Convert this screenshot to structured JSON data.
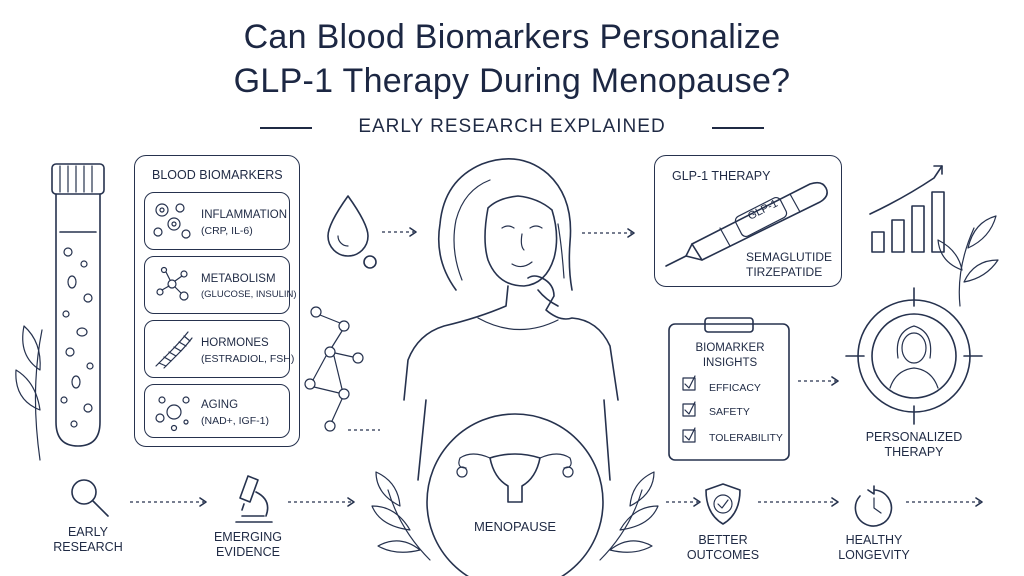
{
  "title": {
    "line1": "Can Blood Biomarkers Personalize",
    "line2": "GLP-1 Therapy During Menopause?",
    "subtitle": "EARLY RESEARCH EXPLAINED"
  },
  "biomarkers": {
    "heading": "BLOOD BIOMARKERS",
    "items": [
      {
        "label": "INFLAMMATION",
        "detail": "(CRP, IL-6)",
        "icon": "cells-icon"
      },
      {
        "label": "METABOLISM",
        "detail": "(GLUCOSE, INSULIN)",
        "icon": "molecule-icon"
      },
      {
        "label": "HORMONES",
        "detail": "(ESTRADIOL, FSH)",
        "icon": "dna-icon"
      },
      {
        "label": "AGING",
        "detail": "(NAD+, IGF-1)",
        "icon": "bubbles-icon"
      }
    ]
  },
  "therapy": {
    "heading": "GLP-1 THERAPY",
    "pen_label": "GLP-1",
    "drugs": [
      "SEMAGLUTIDE",
      "TIRZEPATIDE"
    ]
  },
  "insights": {
    "heading_line1": "BIOMARKER",
    "heading_line2": "INSIGHTS",
    "checks": [
      "EFFICACY",
      "SAFETY",
      "TOLERABILITY"
    ]
  },
  "personalized": {
    "line1": "PERSONALIZED",
    "line2": "THERAPY"
  },
  "center": {
    "label": "MENOPAUSE"
  },
  "timeline": [
    {
      "line1": "EARLY",
      "line2": "RESEARCH",
      "icon": "magnifier-icon"
    },
    {
      "line1": "EMERGING",
      "line2": "EVIDENCE",
      "icon": "microscope-icon"
    },
    {
      "line1": "BETTER",
      "line2": "OUTCOMES",
      "icon": "shield-check-icon"
    },
    {
      "line1": "HEALTHY",
      "line2": "LONGEVITY",
      "icon": "clock-icon"
    }
  ]
}
